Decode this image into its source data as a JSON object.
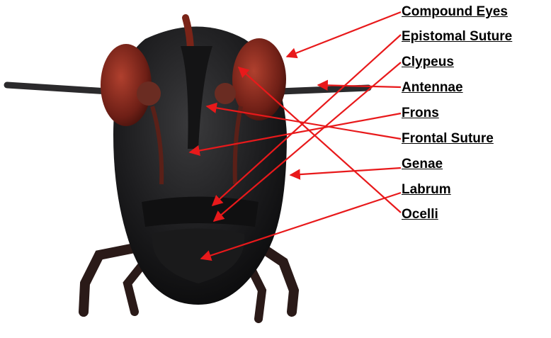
{
  "colors": {
    "arrow": "#e8191b",
    "label_text": "#000000",
    "background": "#ffffff"
  },
  "labels": [
    {
      "id": "compound-eyes",
      "text": "Compound Eyes"
    },
    {
      "id": "epistomal-suture",
      "text": "Epistomal Suture"
    },
    {
      "id": "clypeus",
      "text": "Clypeus"
    },
    {
      "id": "antennae",
      "text": "Antennae"
    },
    {
      "id": "frons",
      "text": "Frons"
    },
    {
      "id": "frontal-suture",
      "text": "Frontal Suture"
    },
    {
      "id": "genae",
      "text": "Genae"
    },
    {
      "id": "labrum",
      "text": "Labrum"
    },
    {
      "id": "ocelli",
      "text": "Ocelli"
    }
  ]
}
